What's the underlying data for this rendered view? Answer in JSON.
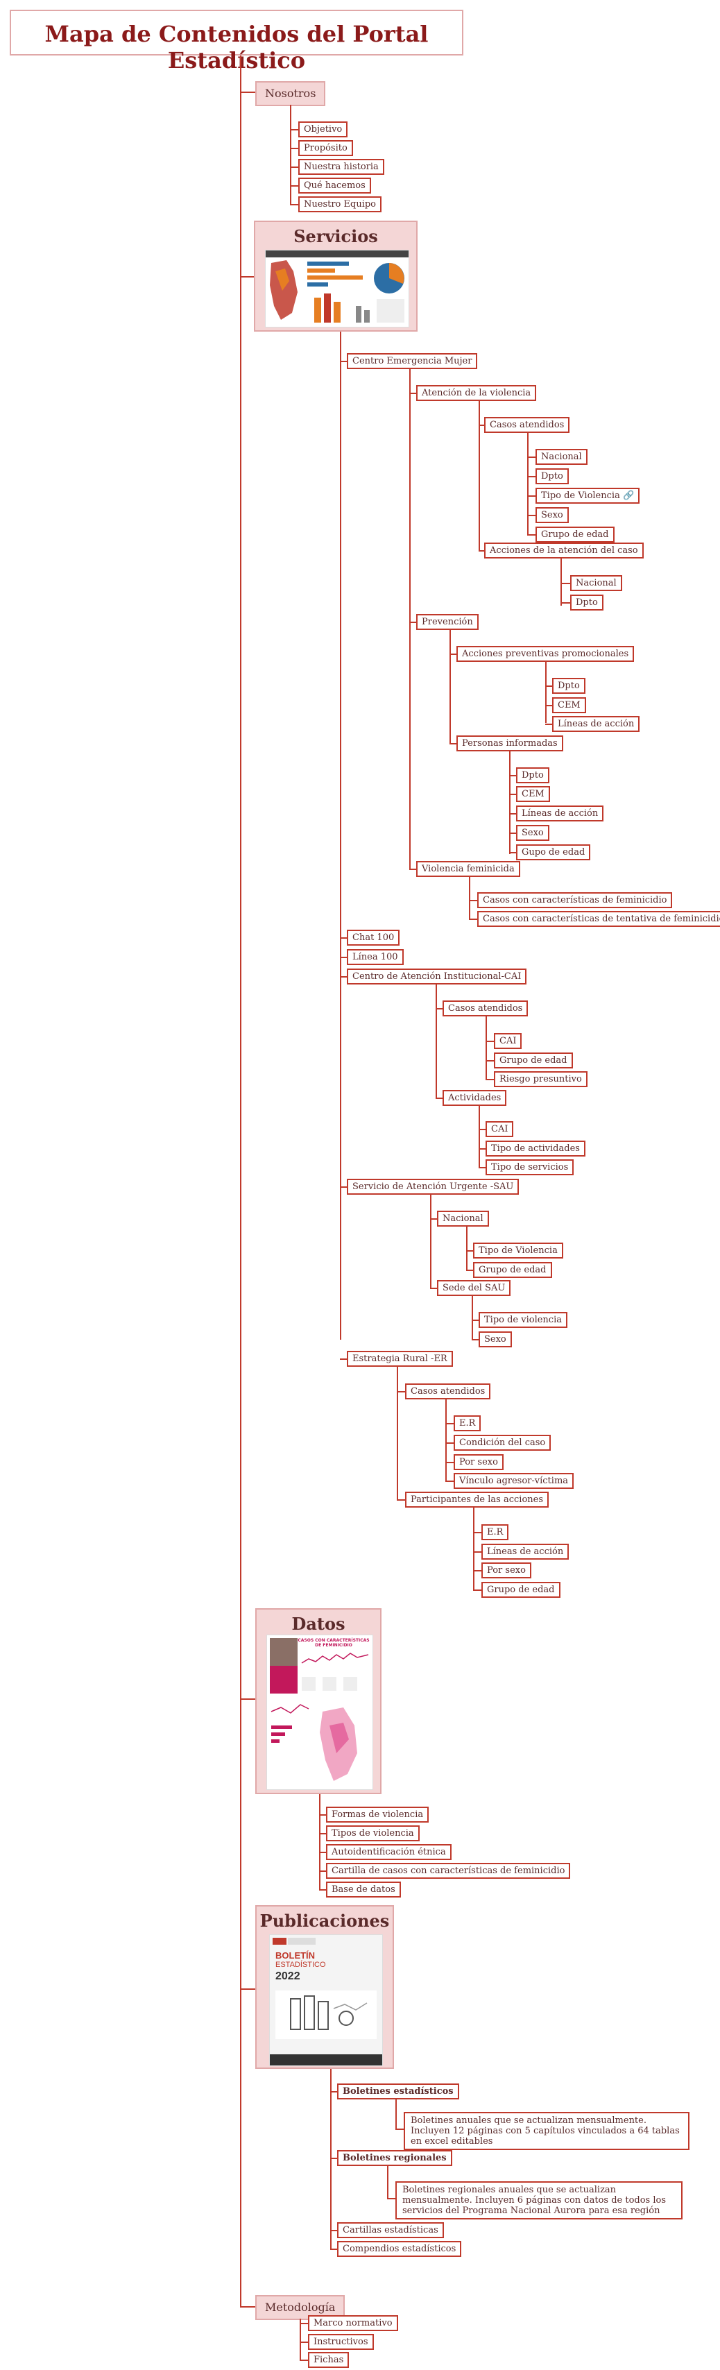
{
  "title": "Mapa de Contenidos del Portal Estadístico",
  "colors": {
    "accent": "#c0392b",
    "section_fill": "#f4d6d6",
    "title": "#8b1a1a"
  },
  "sections": {
    "nosotros": {
      "label": "Nosotros",
      "items": [
        "Objetivo",
        "Propósito",
        "Nuestra historia",
        "Qué hacemos",
        "Nuestro Equipo"
      ]
    },
    "servicios": {
      "label": "Servicios",
      "cem": {
        "label": "Centro Emergencia Mujer",
        "atencion": {
          "label": "Atención de la violencia",
          "casos": {
            "label": "Casos atendidos",
            "items": [
              "Nacional",
              "Dpto",
              "Tipo de Violencia",
              "Sexo",
              "Grupo de edad"
            ]
          },
          "acciones": {
            "label": "Acciones de la atención del caso",
            "items": [
              "Nacional",
              "Dpto"
            ]
          }
        },
        "prevencion": {
          "label": "Prevención",
          "acciones": {
            "label": "Acciones preventivas promocionales",
            "items": [
              "Dpto",
              "CEM",
              "Líneas de acción"
            ]
          },
          "personas": {
            "label": "Personas informadas",
            "items": [
              "Dpto",
              "CEM",
              "Líneas de acción",
              "Sexo",
              "Gupo de edad"
            ]
          }
        },
        "feminicida": {
          "label": "Violencia feminicida",
          "items": [
            "Casos con características de feminicidio",
            "Casos con características de tentativa de feminicidio"
          ]
        }
      },
      "chat": "Chat 100",
      "linea": "Línea 100",
      "cai": {
        "label": "Centro de Atención Institucional-CAI",
        "casos": {
          "label": "Casos atendidos",
          "items": [
            "CAI",
            "Grupo de edad",
            "Riesgo presuntivo"
          ]
        },
        "actividades": {
          "label": "Actividades",
          "items": [
            "CAI",
            "Tipo de actividades",
            "Tipo de servicios"
          ]
        }
      },
      "sau": {
        "label": "Servicio de Atención Urgente -SAU",
        "nacional": {
          "label": "Nacional",
          "items": [
            "Tipo de Violencia",
            "Grupo de edad"
          ]
        },
        "sede": {
          "label": "Sede del SAU",
          "items": [
            "Tipo de violencia",
            "Sexo"
          ]
        }
      },
      "er": {
        "label": "Estrategia Rural -ER",
        "casos": {
          "label": "Casos atendidos",
          "items": [
            "E.R",
            "Condición del caso",
            "Por sexo",
            "Vínculo agresor-víctima"
          ]
        },
        "participantes": {
          "label": "Participantes de las acciones",
          "items": [
            "E.R",
            "Líneas de acción",
            "Por sexo",
            "Grupo de edad"
          ]
        }
      }
    },
    "datos": {
      "label": "Datos",
      "thumb_title": "CASOS CON CARACTERÍSTICAS DE FEMINICIDIO",
      "items": [
        "Formas de violencia",
        "Tipos de violencia",
        "Autoidentificación étnica",
        "Cartilla de casos con características de feminicidio",
        "Base de datos"
      ]
    },
    "publicaciones": {
      "label": "Publicaciones",
      "thumb": {
        "line1": "BOLETÍN",
        "line2": "ESTADÍSTICO",
        "year": "2022"
      },
      "boletines": {
        "label": "Boletines estadísticos",
        "note": "Boletines anuales que se actualizan mensualmente. Incluyen 12 páginas con 5 capítulos vinculados a 64 tablas en excel editables"
      },
      "regionales": {
        "label": "Boletines regionales",
        "note": "Boletines regionales anuales que se actualizan mensualmente. Incluyen 6 páginas con datos de todos los servicios del Programa Nacional Aurora para esa región"
      },
      "cartillas": "Cartillas estadísticas",
      "compendios": "Compendios estadísticos"
    },
    "metodologia": {
      "label": "Metodología",
      "items": [
        "Marco normativo",
        "Instructivos",
        "Fichas"
      ]
    }
  }
}
